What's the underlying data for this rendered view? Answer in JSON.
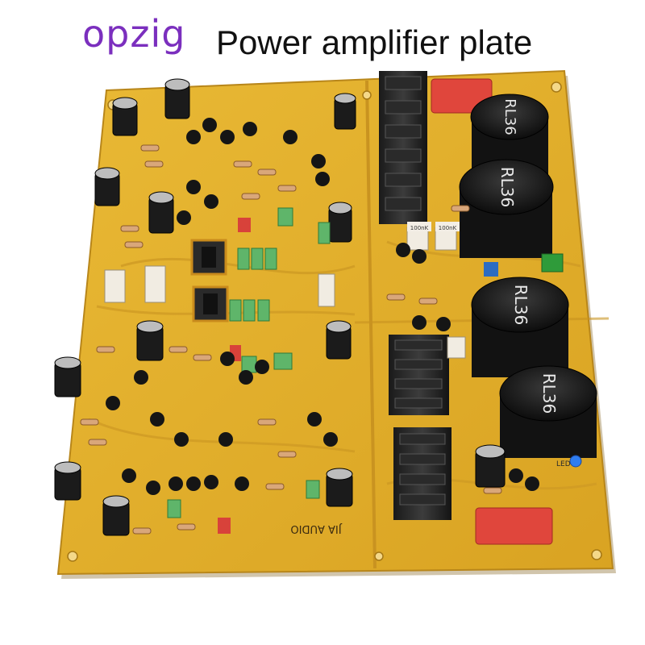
{
  "brand": {
    "text": "opzig",
    "color": "#7b2fbe"
  },
  "caption": {
    "text": "Power amplifier plate",
    "color": "#111111"
  },
  "board": {
    "pcb_color": "#e3b02e",
    "capacitor_label": "RL36",
    "maker_mark": "JIA AUDIO",
    "led_label": "LED",
    "film_cap_label": "100nK"
  }
}
